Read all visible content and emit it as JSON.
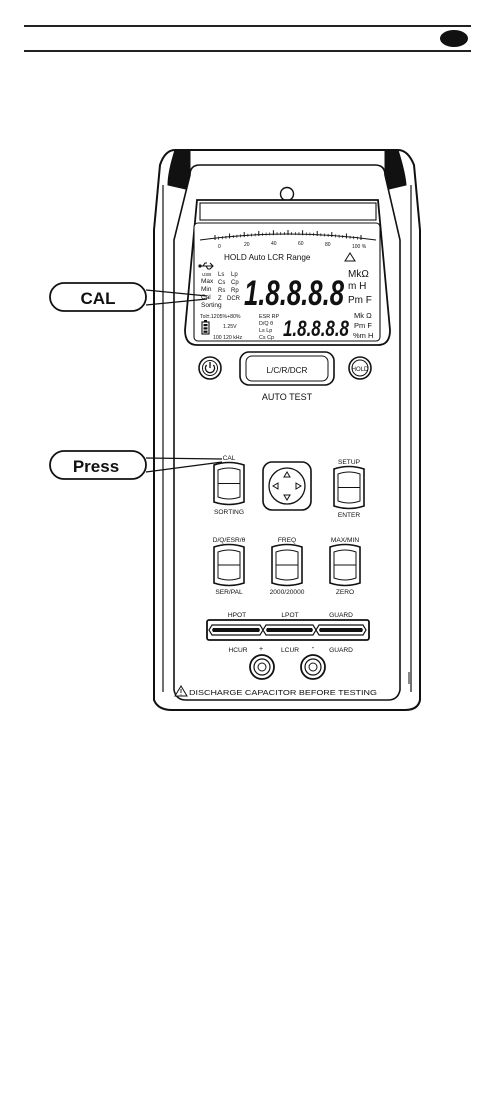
{
  "callouts": {
    "cal": "CAL",
    "press": "Press"
  },
  "lcd": {
    "bargraph_ticks": [
      "0",
      "20",
      "40",
      "60",
      "80",
      "100 %"
    ],
    "status_line": "HOLD Auto LCR Range",
    "usb_label": "USB",
    "left_labels": [
      "Max",
      "Min",
      "Cal",
      "Sorting"
    ],
    "mode_labels": [
      "Ls",
      "Lp",
      "Cs",
      "Cp",
      "Rs",
      "Rp",
      "Z",
      "DCR"
    ],
    "main_digits": "1.8.8.8.8",
    "main_units": [
      "MkΩ",
      "m H",
      "Pm F"
    ],
    "tol_label": "Tol±.1205%+80%",
    "voltage_label": "1.25V",
    "freq_label": "100 120 kHz",
    "sec_labels": [
      "ESR RP",
      "D/Q θ",
      "Ls Lp",
      "Cs Cp"
    ],
    "sec_digits": "1.8.8.8.8",
    "sec_units": [
      "Mk Ω",
      "Pm F",
      "%m H"
    ]
  },
  "buttons": {
    "center": "L/C/R/DCR",
    "auto_test": "AUTO TEST",
    "hold": "HOLD",
    "cal_top": "CAL",
    "cal_bottom": "SORTING",
    "setup_top": "SETUP",
    "setup_bottom": "ENTER",
    "dq_top": "D/Q/ESR/θ",
    "dq_bottom": "SER/PAL",
    "freq_top": "FREQ",
    "freq_bottom": "2000/20000",
    "max_top": "MAX/MIN",
    "max_bottom": "ZERO"
  },
  "terminals": {
    "hpot": "HPOT",
    "lpot": "LPOT",
    "guard": "GUARD",
    "hcur": "HCUR",
    "lcur": "LCUR",
    "guard2": "GUARD",
    "plus": "+",
    "minus": "-"
  },
  "warning": "DISCHARGE CAPACITOR BEFORE TESTING"
}
